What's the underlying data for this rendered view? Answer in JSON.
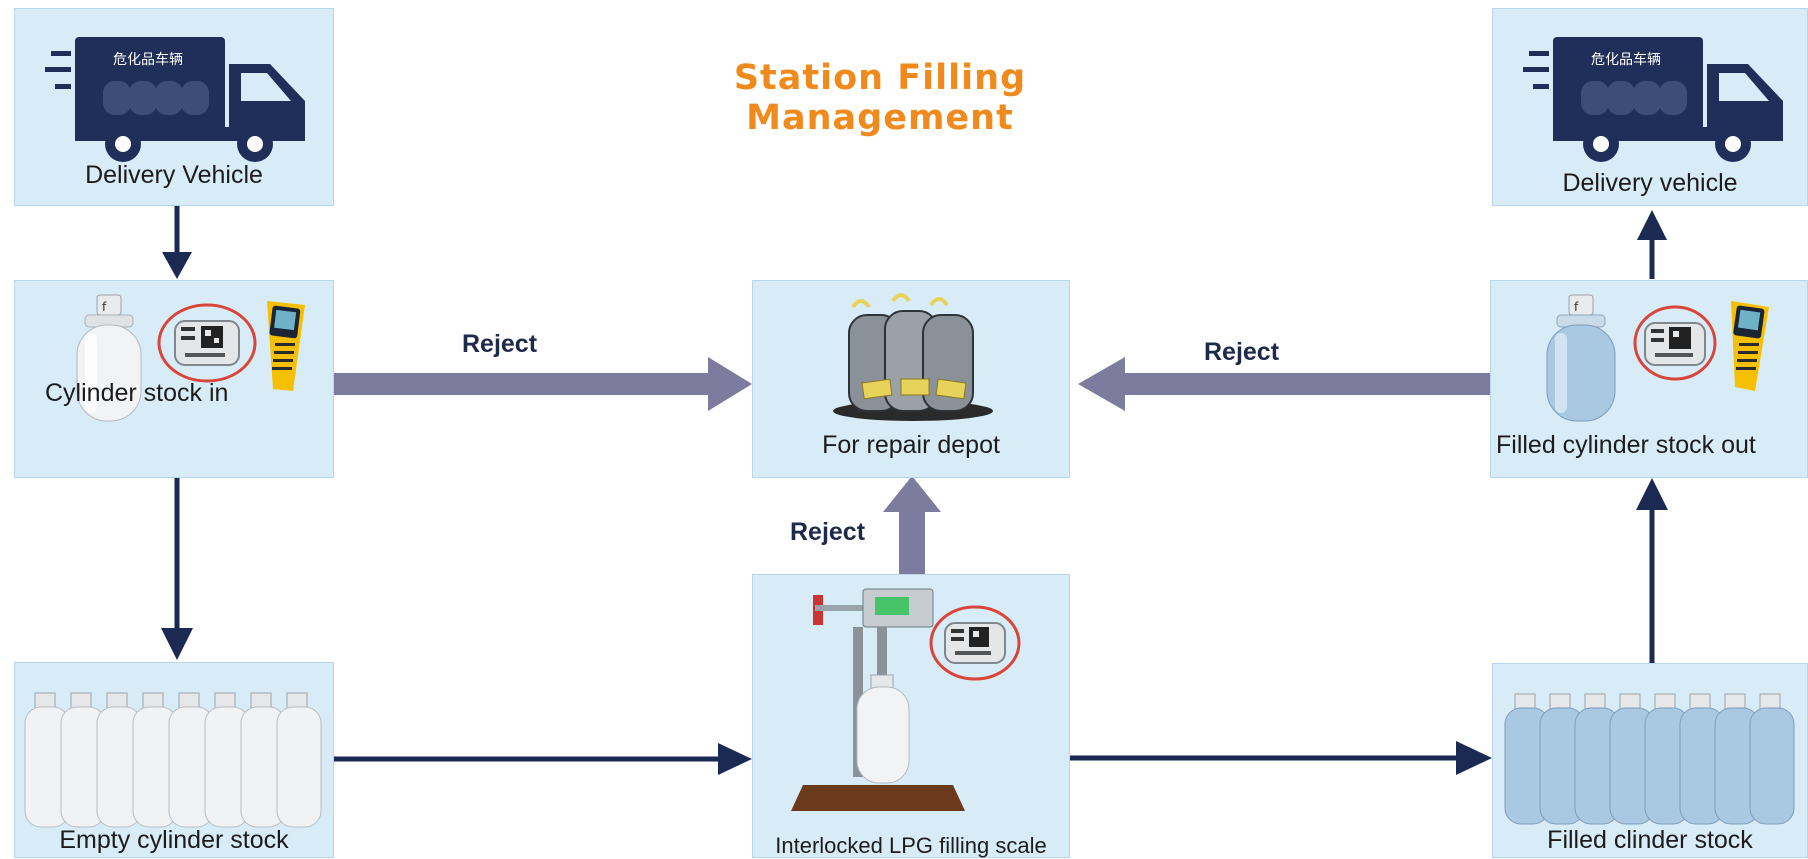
{
  "title": "Station Filling Management",
  "colors": {
    "title": "#f08a1c",
    "node_fill": "#d8ecf7",
    "flow_arrow": "#1b2a52",
    "reject_arrow": "#7d7b9e",
    "tag_ring": "#d9453a"
  },
  "nodes": {
    "delivery_in": {
      "label": "Delivery Vehicle",
      "truck_text": "危化品车辆",
      "icon": "truck-icon"
    },
    "stock_in": {
      "label": "Cylinder stock in",
      "icon": "cylinder-tag-scanner-icon"
    },
    "empty_stock": {
      "label": "Empty cylinder stock",
      "icon": "empty-cylinders-icon"
    },
    "repair": {
      "label": "For repair depot",
      "icon": "damaged-cylinders-icon"
    },
    "filling_scale": {
      "label": "Interlocked LPG filling scale",
      "icon": "filling-scale-icon"
    },
    "filled_stock": {
      "label": "Filled clinder stock",
      "icon": "filled-cylinders-icon"
    },
    "stock_out": {
      "label": "Filled cylinder stock out",
      "icon": "cylinder-tag-scanner-icon"
    },
    "delivery_out": {
      "label": "Delivery vehicle",
      "truck_text": "危化品车辆",
      "icon": "truck-icon"
    }
  },
  "edges": {
    "reject_left": "Reject",
    "reject_right": "Reject",
    "reject_scale": "Reject"
  }
}
